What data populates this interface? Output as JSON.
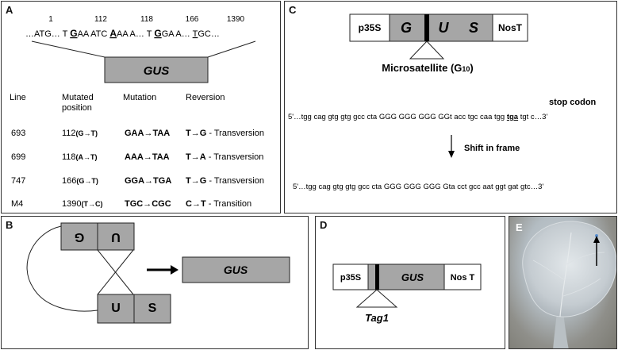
{
  "panelA": {
    "label": "A",
    "positions": [
      "1",
      "112",
      "118",
      "166",
      "1390"
    ],
    "seq": {
      "s1": "…ATG… T ",
      "s2": "G",
      "s3": "AA",
      "s4": " ATC ",
      "s5": "A",
      "s6": "AA",
      "s7": " A… T ",
      "s8": "G",
      "s9": "GA",
      "s10": " A… ",
      "s11": "T",
      "s12": "GC…"
    },
    "gene": "GUS",
    "headers": {
      "line": "Line",
      "pos1": "Mutated",
      "pos2": "position",
      "mutation": "Mutation",
      "reversion": "Reversion"
    },
    "rows": [
      {
        "line": "693",
        "pos": "112",
        "change": "(G→T)",
        "mutation": "GAA→TAA",
        "rev": "T→G",
        "type": " - Transversion"
      },
      {
        "line": "699",
        "pos": "118",
        "change": "(A→T)",
        "mutation": "AAA→TAA",
        "rev": "T→A",
        "type": " - Transversion"
      },
      {
        "line": "747",
        "pos": "166",
        "change": "(G→T)",
        "mutation": "GGA→TGA",
        "rev": "T→G",
        "type": " - Transversion"
      },
      {
        "line": "M4",
        "pos": "1390",
        "change": "(T→C)",
        "mutation": "TGC→CGC",
        "rev": "C→T",
        "type": " - Transition"
      }
    ]
  },
  "panelB": {
    "label": "B",
    "top_left": "G",
    "top_right": "U",
    "bottom_left": "U",
    "bottom_right": "S",
    "product": "GUS"
  },
  "panelC": {
    "label": "C",
    "promoter": "p35S",
    "g": "G",
    "u": "U",
    "s": "S",
    "terminator": "NosT",
    "microsat": "Microsatellite (G",
    "microsat_sub": "10",
    "microsat_end": ")",
    "stop_label": "stop codon",
    "seq1_a": "5'…tgg cag gtg gtg gcc cta GGG GGG GGG GGt acc tgc caa tgg  ",
    "seq1_stop": "tga",
    "seq1_b": " tgt c…3'",
    "shift": "Shift in frame",
    "seq2": "5'…tgg cag gtg gtg gcc cta GGG GGG GGG Gta cct gcc aat ggt gat gtc…3'"
  },
  "panelD": {
    "label": "D",
    "promoter": "p35S",
    "gene": "GUS",
    "terminator": "Nos T",
    "tag": "Tag1"
  },
  "panelE": {
    "label": "E"
  },
  "colors": {
    "gray_box": "#a6a6a6",
    "black_bar": "#000000",
    "border": "#333333"
  }
}
